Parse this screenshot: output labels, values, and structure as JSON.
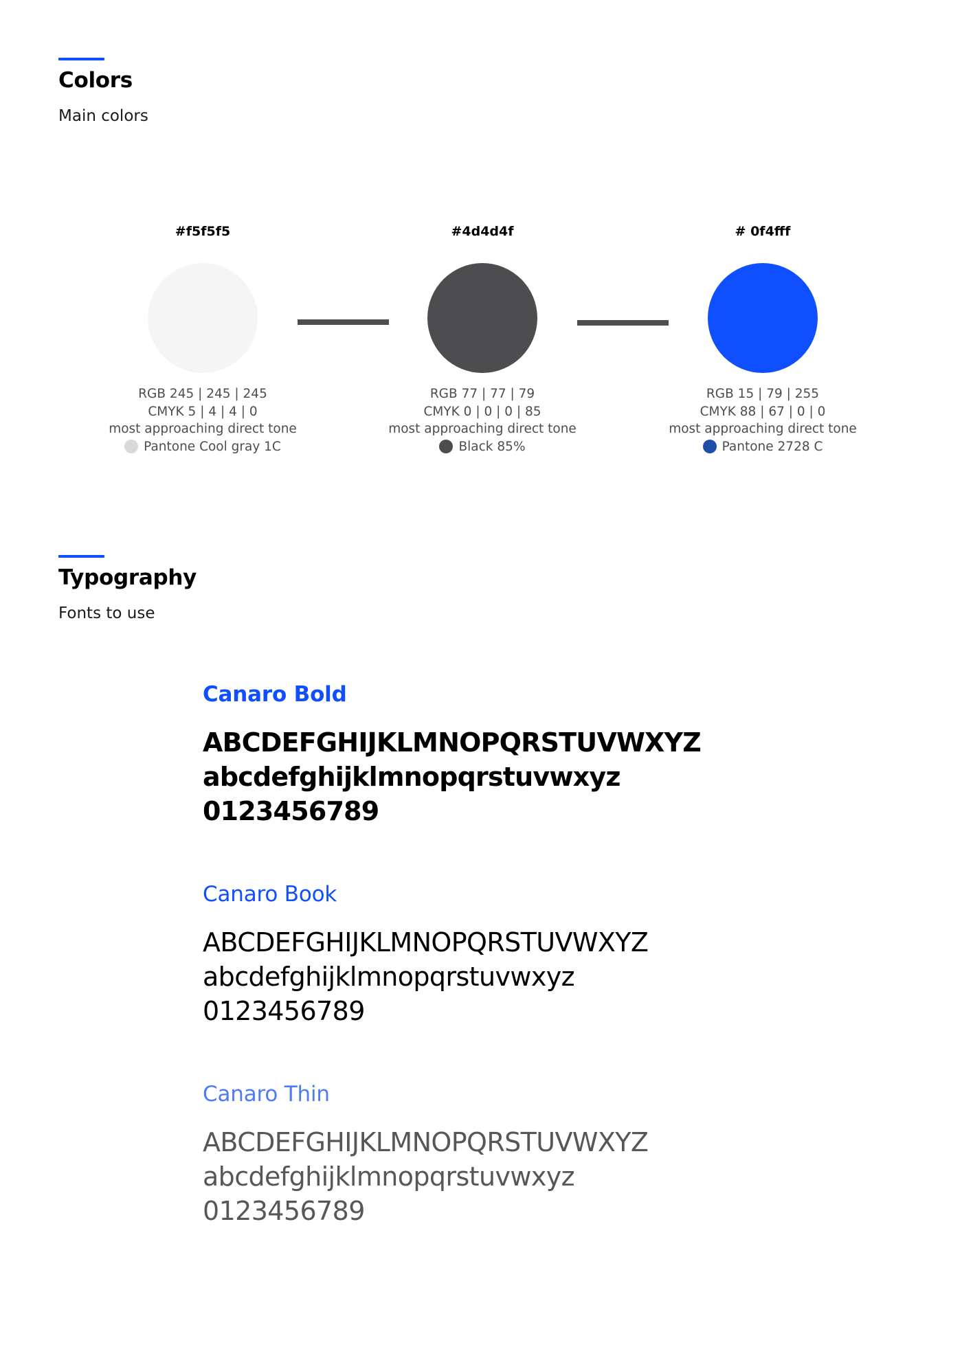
{
  "colors_section": {
    "title": "Colors",
    "subtitle": "Main colors",
    "accent_color": "#0f4fff",
    "swatches": [
      {
        "hex_label": "#f5f5f5",
        "fill": "#f5f5f5",
        "rgb": "RGB 245 | 245 | 245",
        "cmyk": "CMYK 5 | 4 | 4 | 0",
        "note": "most approaching direct tone",
        "pantone": "Pantone Cool gray 1C",
        "pantone_dot": "#d9d9da"
      },
      {
        "hex_label": "#4d4d4f",
        "fill": "#4d4d4f",
        "rgb": "RGB 77 | 77 | 79",
        "cmyk": "CMYK 0 | 0 | 0 | 85",
        "note": "most approaching direct tone",
        "pantone": "Black 85%",
        "pantone_dot": "#4d4d4f"
      },
      {
        "hex_label": "# 0f4fff",
        "fill": "#0f4fff",
        "rgb": "RGB 15 | 79 | 255",
        "cmyk": "CMYK 88 | 67 | 0 | 0",
        "note": "most approaching direct tone",
        "pantone": "Pantone 2728 C",
        "pantone_dot": "#1f4ea8"
      }
    ],
    "connector_color": "#4d4d4f"
  },
  "typography_section": {
    "title": "Typography",
    "subtitle": "Fonts to use",
    "fonts": [
      {
        "name": "Canaro Bold",
        "uppercase": "ABCDEFGHIJKLMNOPQRSTUVWXYZ",
        "lowercase": "abcdefghijklmnopqrstuvwxyz",
        "digits": "0123456789"
      },
      {
        "name": "Canaro Book",
        "uppercase": "ABCDEFGHIJKLMNOPQRSTUVWXYZ",
        "lowercase": "abcdefghijklmnopqrstuvwxyz",
        "digits": "0123456789"
      },
      {
        "name": "Canaro Thin",
        "uppercase": "ABCDEFGHIJKLMNOPQRSTUVWXYZ",
        "lowercase": "abcdefghijklmnopqrstuvwxyz",
        "digits": "0123456789"
      }
    ],
    "font_name_color": "#0f4fff"
  }
}
